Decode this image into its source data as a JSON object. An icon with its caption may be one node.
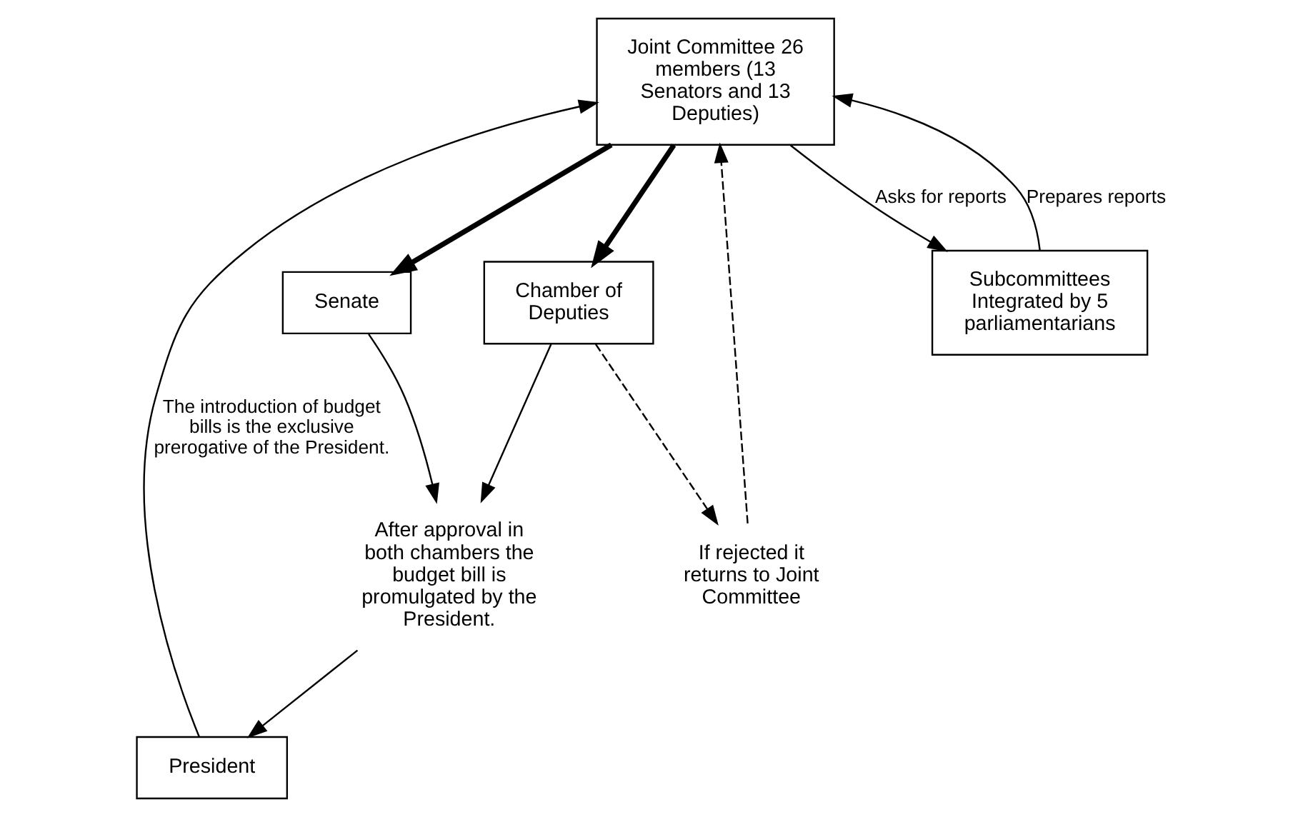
{
  "diagram": {
    "nodes": [
      {
        "text": [
          "Joint Committee 26 members (13 Senators and 13 Deputies)"
        ]
      },
      {
        "text": [
          "President"
        ]
      },
      {
        "text": [
          "Senate"
        ]
      },
      {
        "text": [
          "Chamber of Deputies"
        ]
      },
      {
        "text": [
          "Subcommittees Integrated by 5 parliamentarians"
        ]
      },
      {
        "text": [
          "After approval in both chambers the budget bill is promulgated by the President."
        ]
      },
      {
        "text": [
          "If rejected it returns to Joint Committee"
        ]
      }
    ],
    "edges": [
      {
        "from": 1,
        "to": 0,
        "arrow": "to",
        "label": "The introduction of budget bills is the exclusive prerogative of the President."
      },
      {
        "from": 0,
        "to": 4,
        "arrow": "to",
        "label": "Asks for reports"
      },
      {
        "from": 4,
        "to": 0,
        "arrow": "to",
        "label": "Prepares reports"
      },
      {
        "from": 0,
        "to": 2,
        "arrow": "to",
        "style": "thick"
      },
      {
        "from": 0,
        "to": 3,
        "arrow": "to",
        "style": "thick"
      },
      {
        "from": 3,
        "to": 6,
        "arrow": "to",
        "style": "dashed"
      },
      {
        "from": 6,
        "to": 0,
        "arrow": "to",
        "style": "dashed"
      },
      {
        "from": 2,
        "to": 5,
        "arrow": "to"
      },
      {
        "from": 3,
        "to": 5,
        "arrow": "to"
      },
      {
        "from": 5,
        "to": 1,
        "arrow": "to"
      }
    ]
  }
}
